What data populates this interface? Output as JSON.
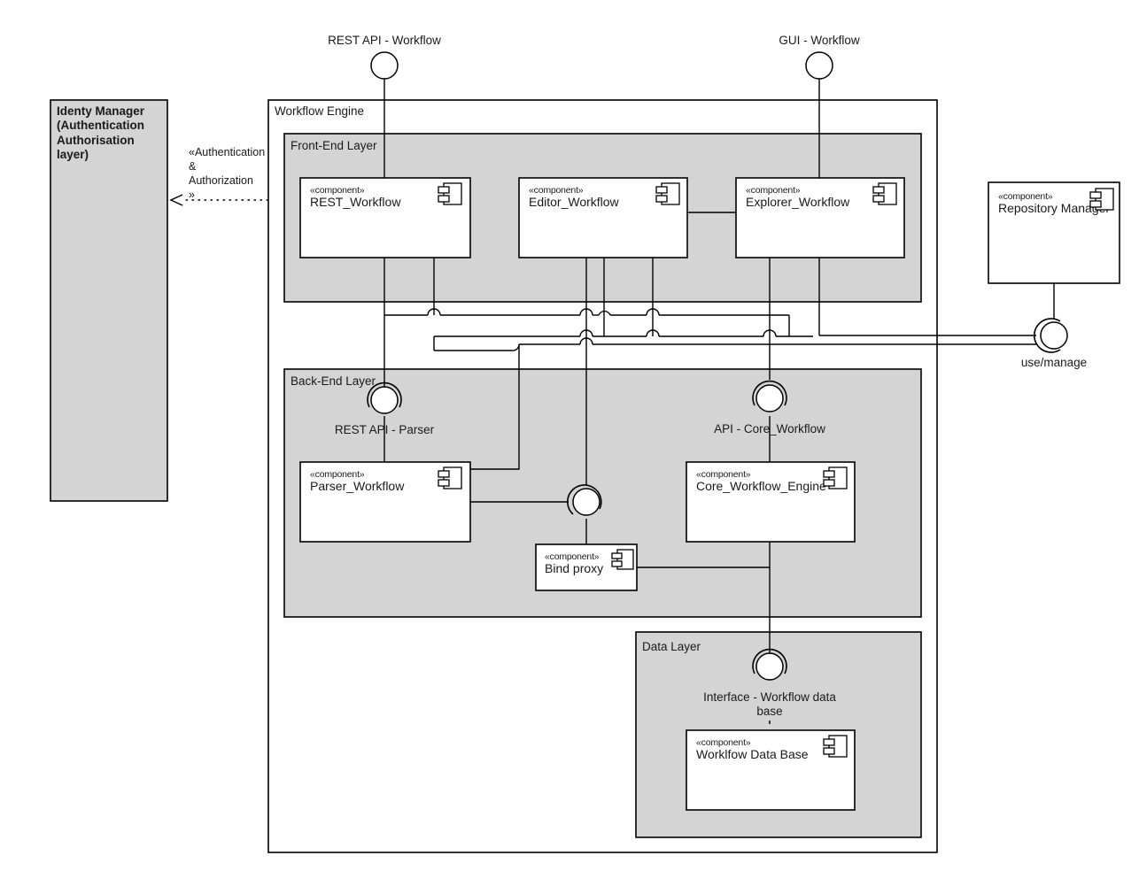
{
  "diagram": {
    "type": "uml-component-diagram",
    "background": "#ffffff",
    "shade_color": "#d4d4d4",
    "line_color": "#000000"
  },
  "identity_manager": {
    "line1": "Identy Manager",
    "line2": "(Authentication",
    "line3": "Authorisation",
    "line4": "layer)"
  },
  "dependency": {
    "line1": "«Authentication",
    "line2": "&",
    "line3": "Authorization",
    "line4": "»"
  },
  "packages": {
    "workflow_engine": "Workflow Engine",
    "front_end_layer": "Front-End Layer",
    "back_end_layer": "Back-End Layer",
    "data_layer": "Data Layer"
  },
  "stereotype": "«component»",
  "components": {
    "rest_workflow": "REST_Workflow",
    "editor_workflow": "Editor_Workflow",
    "explorer_workflow": "Explorer_Workflow",
    "repository_manager": "Repository Manager",
    "parser_workflow": "Parser_Workflow",
    "core_workflow_engine": "Core_Workflow_Engine",
    "bind_proxy": "Bind proxy",
    "workflow_data_base": "Worklfow Data Base"
  },
  "interfaces": {
    "rest_api_workflow": "REST API - Workflow",
    "gui_workflow": "GUI - Workflow",
    "use_manage": "use/manage",
    "rest_api_parser": "REST API - Parser",
    "api_core_workflow": "API - Core_Workflow",
    "interface_workflow_db_line1": "Interface - Workflow data",
    "interface_workflow_db_line2": "base"
  }
}
